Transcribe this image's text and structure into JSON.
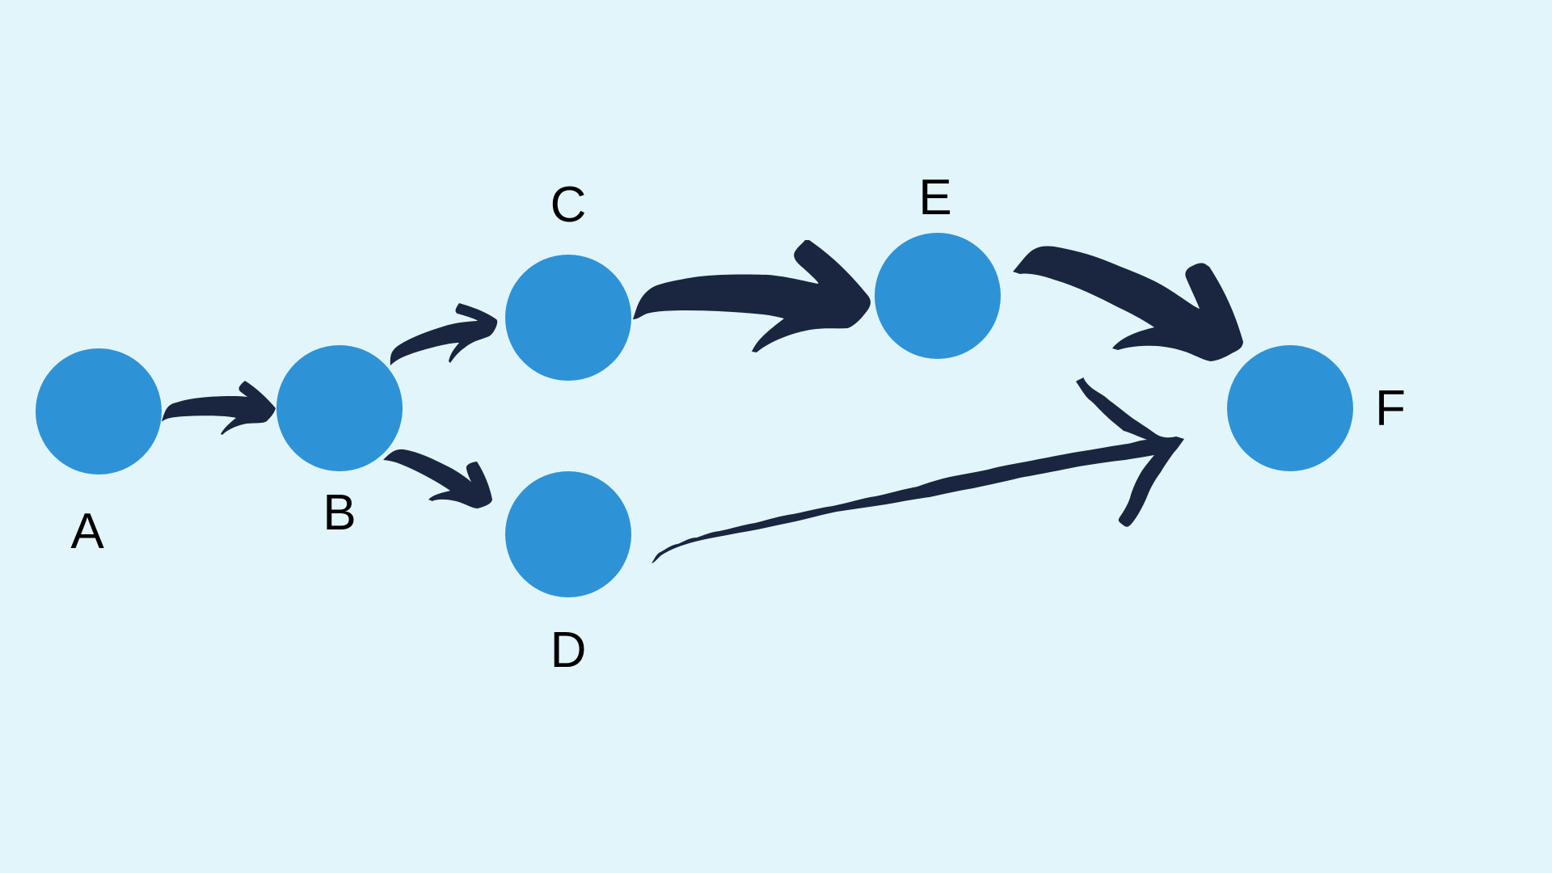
{
  "colors": {
    "background": "#e2f5fa",
    "node_fill": "#2e92d6",
    "arrow_fill": "#1a2540",
    "label_color": "#000000"
  },
  "nodes": [
    {
      "id": "A",
      "label": "A"
    },
    {
      "id": "B",
      "label": "B"
    },
    {
      "id": "C",
      "label": "C"
    },
    {
      "id": "D",
      "label": "D"
    },
    {
      "id": "E",
      "label": "E"
    },
    {
      "id": "F",
      "label": "F"
    }
  ],
  "edges": [
    {
      "from": "A",
      "to": "B",
      "style": "brush-arrow"
    },
    {
      "from": "B",
      "to": "C",
      "style": "brush-arrow"
    },
    {
      "from": "B",
      "to": "D",
      "style": "brush-arrow"
    },
    {
      "from": "C",
      "to": "E",
      "style": "brush-arrow-bold"
    },
    {
      "from": "E",
      "to": "F",
      "style": "brush-arrow-bold"
    },
    {
      "from": "D",
      "to": "F",
      "style": "rough-pen-arrow"
    }
  ]
}
